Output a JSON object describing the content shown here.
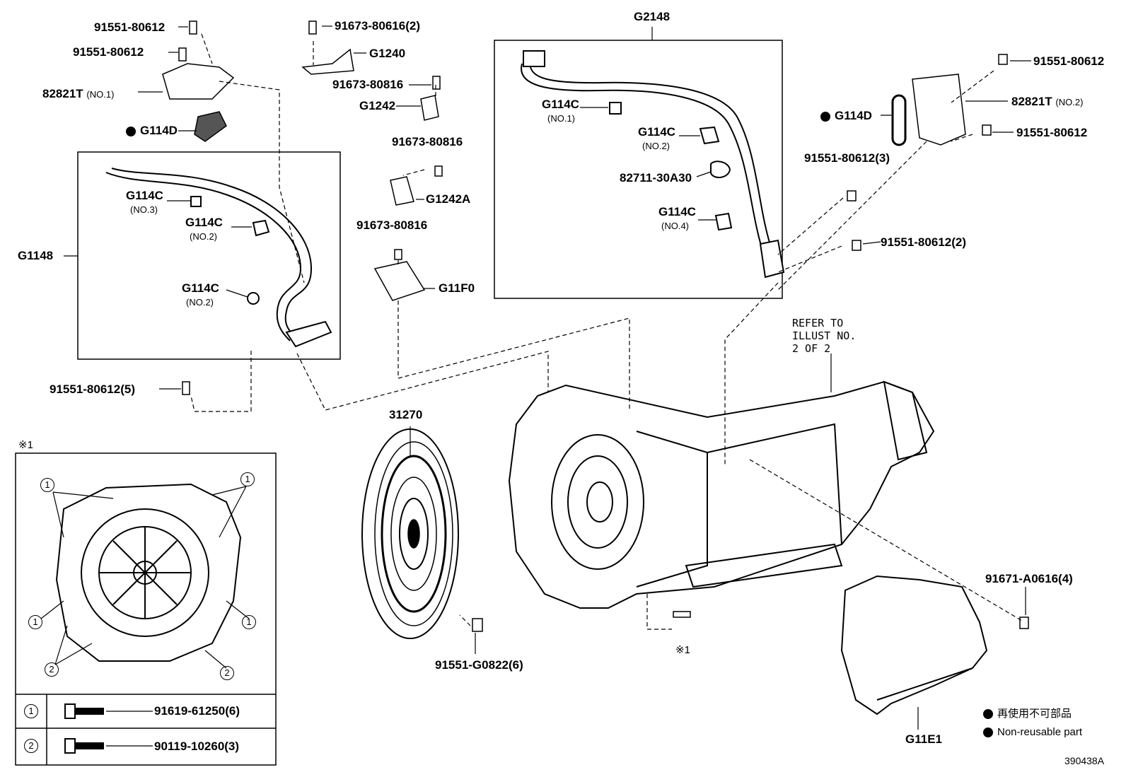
{
  "diagram": {
    "labels": {
      "g2148": "G2148",
      "g1148": "G1148",
      "p31270": "31270",
      "g11e1": "G11E1",
      "g1240": "G1240",
      "g1242": "G1242",
      "g1242a": "G1242A",
      "g11f0": "G11F0",
      "g114d_left": "G114D",
      "g114d_right": "G114D",
      "b_8061_2": "91673-80616(2)",
      "b_80816_a": "91673-80816",
      "b_80816_b": "91673-80816",
      "b_80816_c": "91673-80816",
      "b_80612_tl1": "91551-80612",
      "b_80612_tl2": "91551-80612",
      "b_80612_5": "91551-80612(5)",
      "b_80612_tr1": "91551-80612",
      "b_80612_tr2": "91551-80612",
      "b_80612_3": "91551-80612(3)",
      "b_80612_2": "91551-80612(2)",
      "b_g0822": "91551-G0822(6)",
      "b_a0616": "91671-A0616(4)",
      "b_30a30": "82711-30A30",
      "bracket_no1": "82821T",
      "bracket_no1_sub": "(NO.1)",
      "bracket_no2": "82821T",
      "bracket_no2_sub": "(NO.2)",
      "c_no3": "G114C",
      "c_no3_sub": "(NO.3)",
      "c_no2_a": "G114C",
      "c_no2_a_sub": "(NO.2)",
      "c_no2_b": "G114C",
      "c_no2_b_sub": "(NO.2)",
      "c_no1": "G114C",
      "c_no1_sub": "(NO.1)",
      "c_no2_r": "G114C",
      "c_no2_r_sub": "(NO.2)",
      "c_no4": "G114C",
      "c_no4_sub": "(NO.4)",
      "refer_1": "REFER TO",
      "refer_2": "ILLUST NO.",
      "refer_3": "2 OF 2",
      "kome_top": "※1",
      "kome_bottom": "※1",
      "n1a": "1",
      "n1b": "1",
      "n1c": "1",
      "n1d": "1",
      "n2a": "2",
      "n2b": "2",
      "table_n1": "1",
      "table_n2": "2",
      "table_p1": "91619-61250(6)",
      "table_p2": "90119-10260(3)"
    },
    "legend": {
      "jp": "再使用不可部品",
      "en": "Non-reusable part"
    },
    "illust_no": "390438A"
  }
}
